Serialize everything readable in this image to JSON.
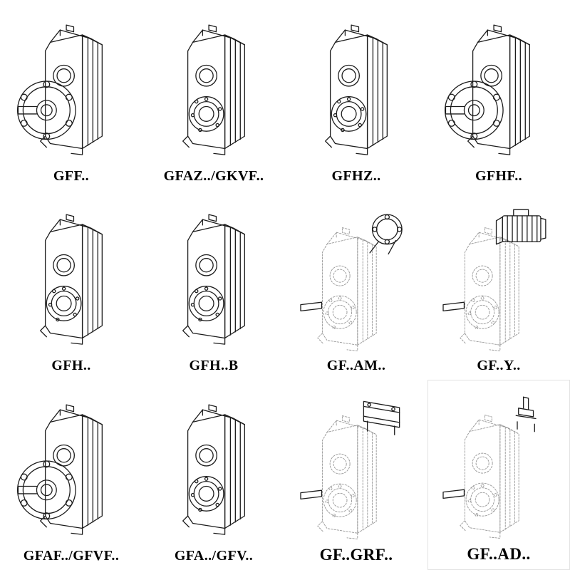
{
  "page": {
    "background": "#ffffff"
  },
  "colors": {
    "ink": "#1c1c1c",
    "phantom_ink": "#979797"
  },
  "catalog": {
    "items": [
      {
        "label": "GFF..",
        "drawing_icon": "gearbox-flange-output-icon",
        "drawing_ref": "#d-flange",
        "render": "solid"
      },
      {
        "label": "GFAZ../GKVF..",
        "drawing_icon": "gearbox-hollow-shaft-icon",
        "drawing_ref": "#d-hollow",
        "render": "solid"
      },
      {
        "label": "GFHZ..",
        "drawing_icon": "gearbox-hollow-shaft-icon",
        "drawing_ref": "#d-hollow",
        "render": "solid"
      },
      {
        "label": "GFHF..",
        "drawing_icon": "gearbox-flange-output-icon",
        "drawing_ref": "#d-flange",
        "render": "solid"
      },
      {
        "label": "GFH..",
        "drawing_icon": "gearbox-hollow-shaft-icon",
        "drawing_ref": "#d-hollow",
        "render": "solid"
      },
      {
        "label": "GFH..B",
        "drawing_icon": "gearbox-hollow-shaft-icon",
        "drawing_ref": "#d-hollow",
        "render": "solid"
      },
      {
        "label": "GF..AM..",
        "drawing_icon": "gearbox-motor-flange-icon",
        "drawing_ref": "#d-am",
        "render": "phantom"
      },
      {
        "label": "GF..Y..",
        "drawing_icon": "gearbox-with-motor-icon",
        "drawing_ref": "#d-motor",
        "render": "phantom"
      },
      {
        "label": "GFAF../GFVF..",
        "drawing_icon": "gearbox-flange-output-icon",
        "drawing_ref": "#d-flange",
        "render": "solid"
      },
      {
        "label": "GFA../GFV..",
        "drawing_icon": "gearbox-hollow-shaft-icon",
        "drawing_ref": "#d-hollow",
        "render": "solid"
      },
      {
        "label": "GF..GRF..",
        "drawing_icon": "gearbox-adapter-block-icon",
        "drawing_ref": "#d-grf",
        "render": "phantom"
      },
      {
        "label": "GF..AD..",
        "drawing_icon": "gearbox-input-shaft-icon",
        "drawing_ref": "#d-ad",
        "render": "phantom"
      }
    ]
  }
}
